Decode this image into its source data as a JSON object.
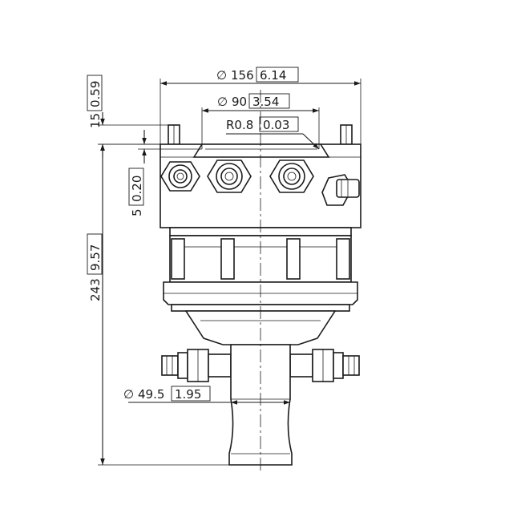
{
  "drawing": {
    "dimensions": {
      "overall_diameter": {
        "symbol": "∅",
        "metric": "156",
        "imperial": "6.14"
      },
      "pitch_diameter": {
        "symbol": "∅",
        "metric": "90",
        "imperial": "3.54"
      },
      "radius": {
        "metric": "R0.8",
        "imperial": "0.03"
      },
      "stud_height": {
        "metric": "15",
        "imperial": "0.59"
      },
      "offset": {
        "metric": "5",
        "imperial": "0.20"
      },
      "overall_height": {
        "metric": "243",
        "imperial": "9.57"
      },
      "shaft_diameter": {
        "symbol": "∅",
        "metric": "49.5",
        "imperial": "1.95"
      }
    }
  }
}
